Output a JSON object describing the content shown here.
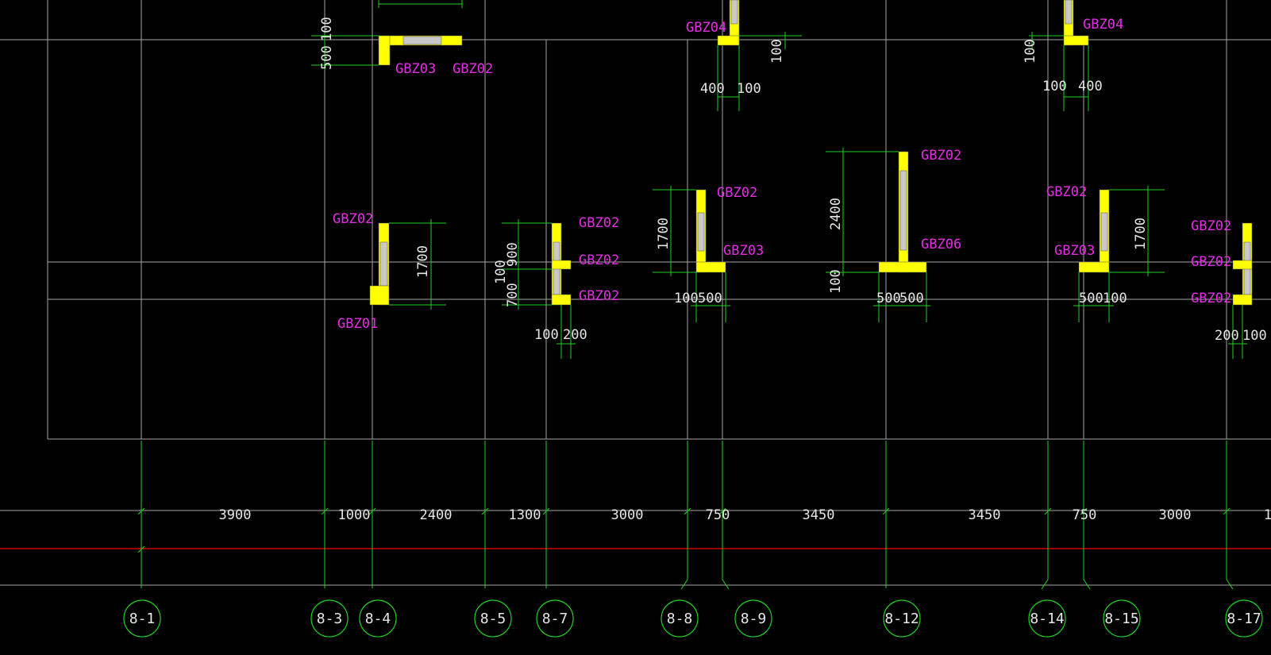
{
  "colors": {
    "background": "#000000",
    "grid": "#a6a6a6",
    "dimension": "#1fd21f",
    "wall_fill": "#ffff00",
    "wall_core": "#c8c8c8",
    "label": "#e62ce6",
    "text": "#e6e6e6",
    "baseline": "#d00000"
  },
  "axes": {
    "labels": [
      "8-1",
      "8-3",
      "8-4",
      "8-5",
      "8-7",
      "8-8",
      "8-9",
      "8-12",
      "8-14",
      "8-15",
      "8-17"
    ]
  },
  "spacings": {
    "values": [
      "3900",
      "1000",
      "2400",
      "1300",
      "3000",
      "750",
      "3450",
      "3450",
      "750",
      "3000",
      "1"
    ]
  },
  "components": {
    "a": "GBZ03",
    "b": "GBZ02",
    "c": "GBZ04",
    "d": "GBZ04",
    "e": "GBZ02",
    "f": "GBZ01",
    "g": "GBZ02",
    "h": "GBZ02",
    "i": "GBZ02",
    "j": "GBZ02",
    "k": "GBZ03",
    "l": "GBZ02",
    "m": "GBZ06",
    "n": "GBZ02",
    "o": "GBZ03",
    "p": "GBZ02",
    "q": "GBZ02",
    "r": "GBZ02"
  },
  "dims": {
    "d01": "500",
    "d02": "100",
    "d03": "100",
    "d04": "400",
    "d05": "100",
    "d06": "100",
    "d07": "100",
    "d08": "400",
    "d09": "1700",
    "d10": "900",
    "d11": "100",
    "d12": "700",
    "d13": "100",
    "d14": "200",
    "d15": "1700",
    "d16": "100",
    "d17": "500",
    "d18": "2400",
    "d19": "100",
    "d20": "500",
    "d21": "500",
    "d22": "1700",
    "d23": "500",
    "d24": "100",
    "d25": "200",
    "d26": "100"
  }
}
